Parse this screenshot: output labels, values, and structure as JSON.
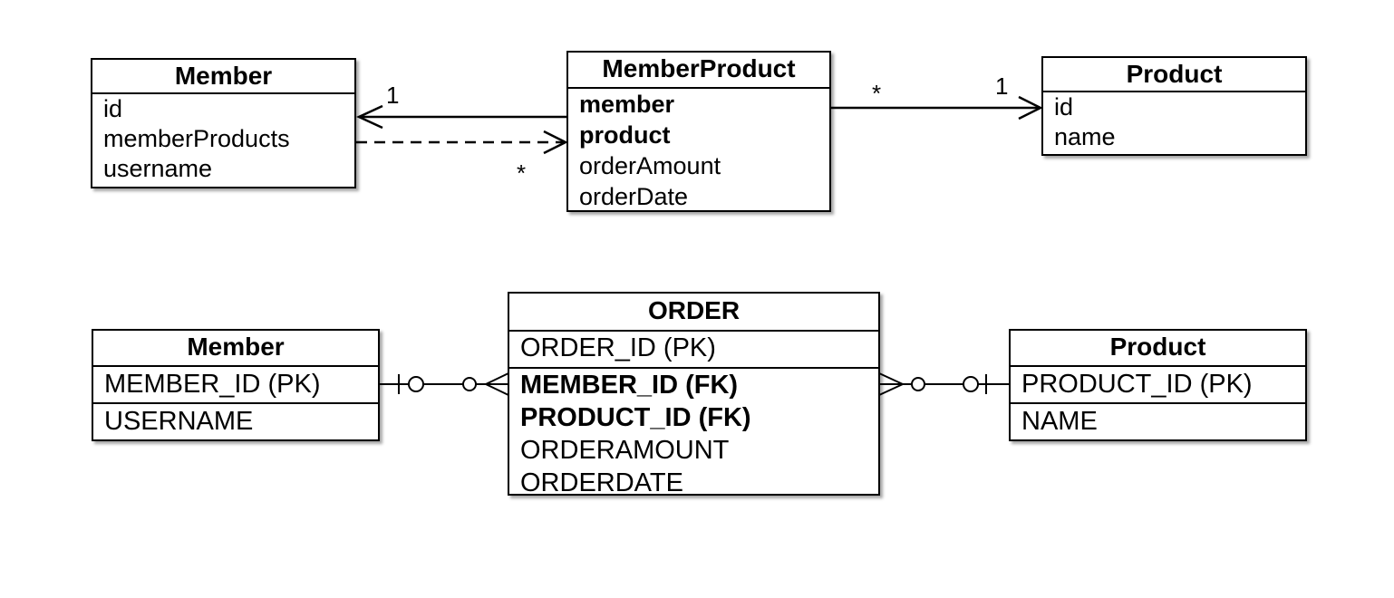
{
  "uml": {
    "member": {
      "title": "Member",
      "fields": [
        "id",
        "memberProducts",
        "username"
      ]
    },
    "member_product": {
      "title": "MemberProduct",
      "bold_fields": [
        "member",
        "product"
      ],
      "fields": [
        "orderAmount",
        "orderDate"
      ]
    },
    "product": {
      "title": "Product",
      "fields": [
        "id",
        "name"
      ]
    },
    "labels": {
      "member_one": "1",
      "member_many": "*",
      "product_many": "*",
      "product_one": "1"
    }
  },
  "erd": {
    "member": {
      "title": "Member",
      "pk": "MEMBER_ID (PK)",
      "attrs": [
        "USERNAME"
      ]
    },
    "order": {
      "title": "ORDER",
      "pk": "ORDER_ID (PK)",
      "fks": [
        "MEMBER_ID (FK)",
        "PRODUCT_ID (FK)"
      ],
      "attrs": [
        "ORDERAMOUNT",
        "ORDERDATE"
      ]
    },
    "product": {
      "title": "Product",
      "pk": "PRODUCT_ID (PK)",
      "attrs": [
        "NAME"
      ]
    }
  }
}
